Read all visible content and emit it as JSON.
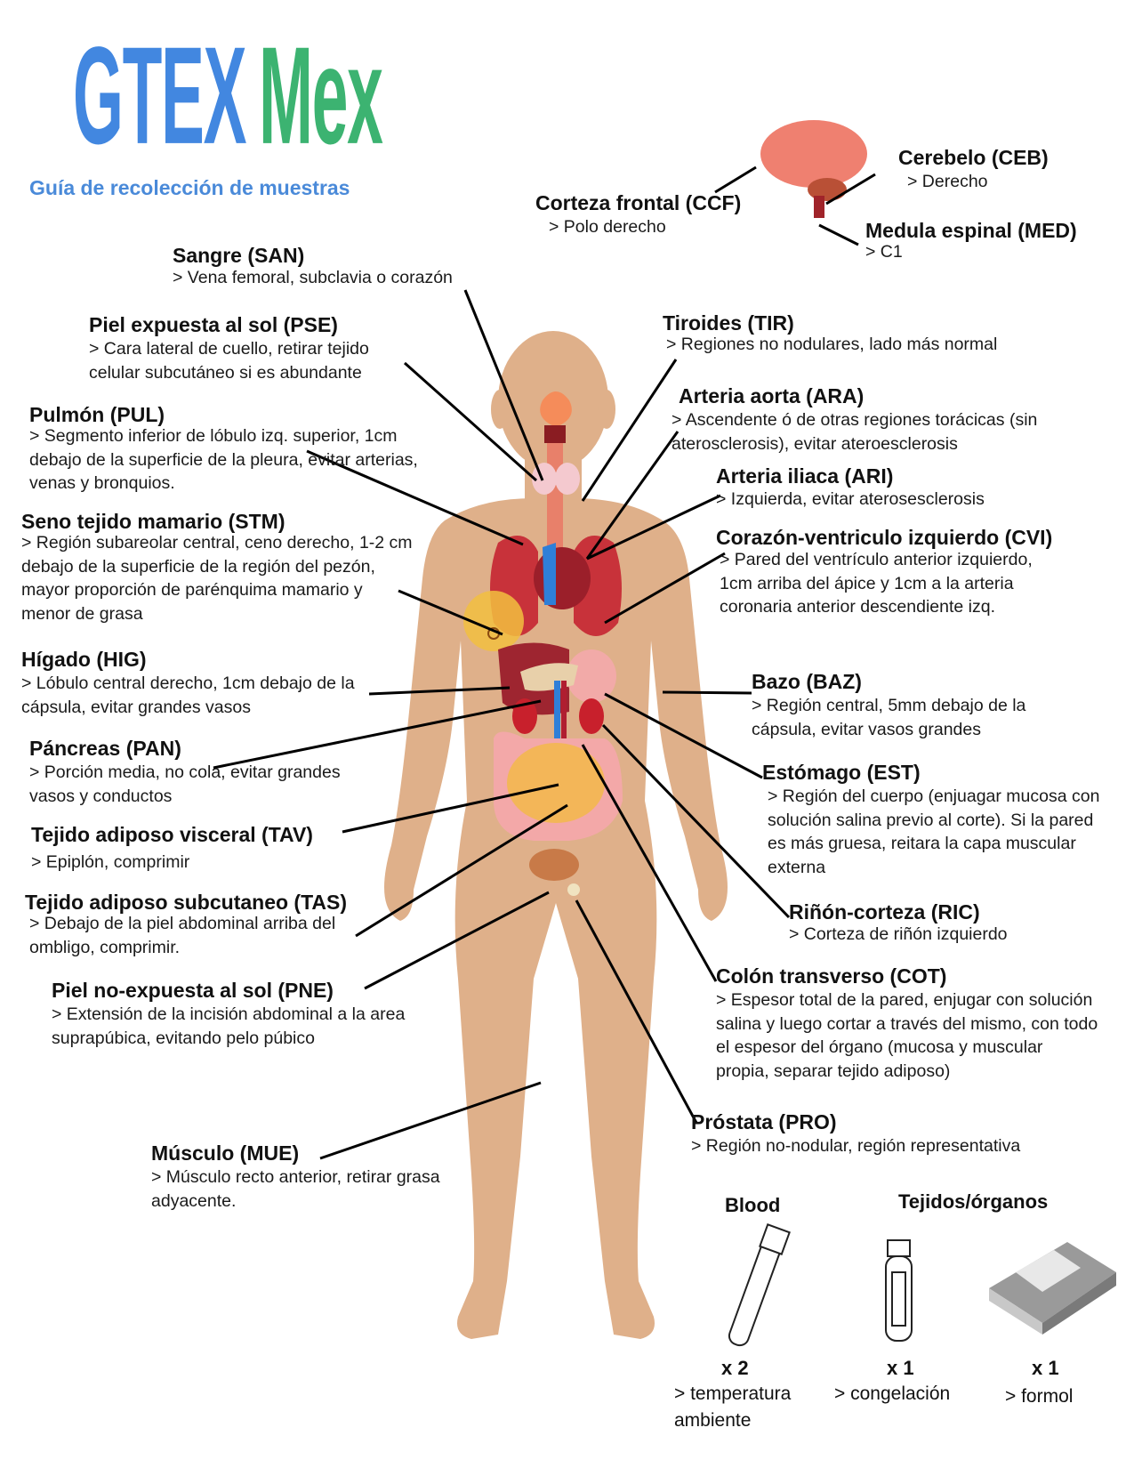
{
  "header": {
    "logo_part1": "GTEX",
    "logo_part2": "Mex",
    "subtitle": "Guía de recolección de muestras",
    "colors": {
      "blue": "#4287e0",
      "green": "#3cb371",
      "skin": "#dfb08a"
    }
  },
  "brain_labels": [
    {
      "title": "Cerebelo (CEB)",
      "desc": "> Derecho"
    },
    {
      "title": "Corteza frontal (CCF)",
      "desc": "> Polo derecho"
    },
    {
      "title": "Medula espinal (MED)",
      "desc": "> C1"
    }
  ],
  "left_labels": [
    {
      "title": "Sangre (SAN)",
      "desc": "> Vena femoral, subclavia o corazón"
    },
    {
      "title": "Piel expuesta al sol (PSE)",
      "desc": "> Cara lateral de cuello, retirar tejido celular subcutáneo si es abundante"
    },
    {
      "title": "Pulmón (PUL)",
      "desc": "> Segmento inferior de lóbulo izq. superior, 1cm debajo de la superficie de la pleura, evitar arterias, venas y bronquios."
    },
    {
      "title": "Seno tejido mamario (STM)",
      "desc": "> Región subareolar central, ceno derecho, 1-2 cm debajo de la superficie de la región del pezón, mayor proporción de parénquima mamario y menor de grasa"
    },
    {
      "title": "Hígado (HIG)",
      "desc": "> Lóbulo central derecho, 1cm debajo de la cápsula, evitar grandes vasos"
    },
    {
      "title": "Páncreas (PAN)",
      "desc": "> Porción media, no cola, evitar grandes vasos y conductos"
    },
    {
      "title": "Tejido adiposo visceral (TAV)",
      "desc": "> Epiplón, comprimir"
    },
    {
      "title": "Tejido adiposo subcutaneo (TAS)",
      "desc": "> Debajo de la piel abdominal arriba del ombligo, comprimir."
    },
    {
      "title": "Piel no-expuesta al sol (PNE)",
      "desc": "> Extensión de la incisión abdominal a la area suprapúbica, evitando pelo púbico"
    },
    {
      "title": "Músculo (MUE)",
      "desc": "> Músculo recto anterior, retirar grasa adyacente."
    }
  ],
  "right_labels": [
    {
      "title": "Tiroides (TIR)",
      "desc": "> Regiones no nodulares, lado más normal"
    },
    {
      "title": "Arteria aorta (ARA)",
      "desc": "> Ascendente ó de otras regiones torácicas (sin aterosclerosis), evitar ateroesclerosis"
    },
    {
      "title": "Arteria iliaca (ARI)",
      "desc": "> Izquierda, evitar aterosesclerosis"
    },
    {
      "title": "Corazón-ventriculo izquierdo (CVI)",
      "desc": "> Pared del ventrículo anterior izquierdo, 1cm arriba del ápice y 1cm a la arteria coronaria anterior descendiente izq."
    },
    {
      "title": "Bazo (BAZ)",
      "desc": "> Región central, 5mm debajo de la cápsula, evitar vasos grandes"
    },
    {
      "title": "Estómago (EST)",
      "desc": "> Región del cuerpo (enjuagar mucosa con solución salina previo al corte). Si la pared es más gruesa, reitara la capa muscular externa"
    },
    {
      "title": "Riñón-corteza (RIC)",
      "desc": "> Corteza de riñón izquierdo"
    },
    {
      "title": "Colón transverso (COT)",
      "desc": "> Espesor total de la pared, enjugar con solución salina y luego cortar a través del mismo, con todo el espesor del órgano (mucosa y muscular propia, separar tejido adiposo)"
    },
    {
      "title": "Próstata (PRO)",
      "desc": "> Región no-nodular, región representativa"
    }
  ],
  "legend": {
    "blood_title": "Blood",
    "tissue_title": "Tejidos/órganos",
    "items": [
      {
        "icon": "blood-tube-icon",
        "qty": "x 2",
        "cond": "> temperatura ambiente"
      },
      {
        "icon": "cryovial-icon",
        "qty": "x 1",
        "cond": "> congelación"
      },
      {
        "icon": "cassette-icon",
        "qty": "x 1",
        "cond": "> formol"
      }
    ]
  }
}
